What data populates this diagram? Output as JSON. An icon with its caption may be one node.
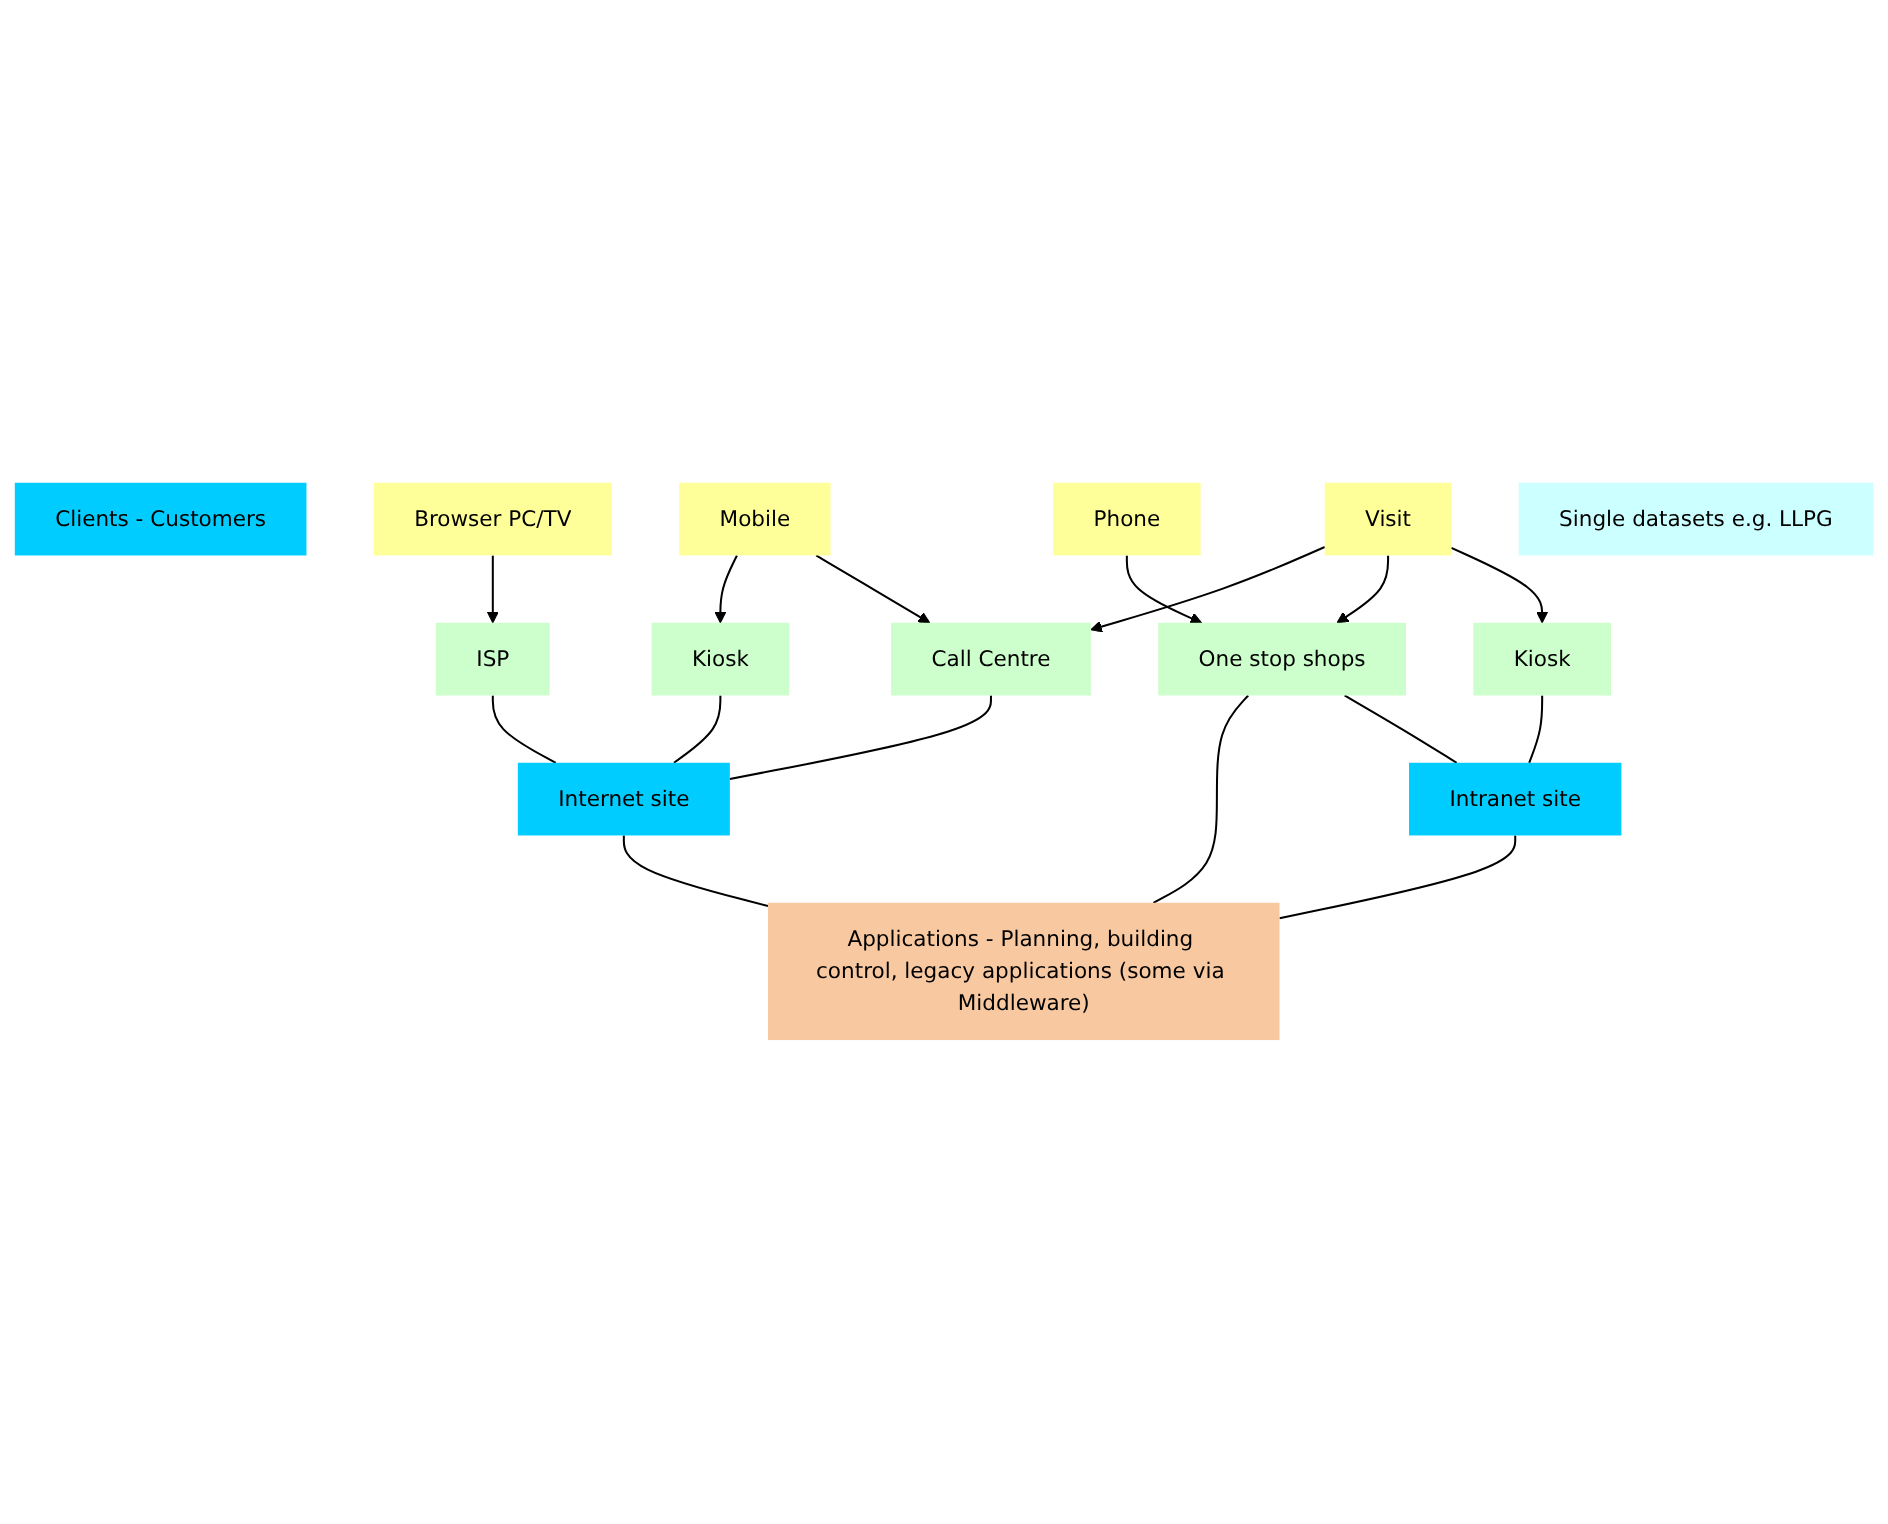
{
  "diagram": {
    "nodes": [
      {
        "text": [
          "Clients - Customers"
        ]
      },
      {
        "text": [
          "Browser PC/TV"
        ]
      },
      {
        "text": [
          "Mobile"
        ]
      },
      {
        "text": [
          "Visit"
        ]
      },
      {
        "text": [
          "Phone"
        ]
      },
      {
        "text": [
          "ISP"
        ]
      },
      {
        "text": [
          "Kiosk"
        ]
      },
      {
        "text": [
          "Call Centre"
        ]
      },
      {
        "text": [
          "One stop shops"
        ]
      },
      {
        "text": [
          "Kiosk"
        ]
      },
      {
        "text": [
          "Internet site"
        ]
      },
      {
        "text": [
          "Intranet site"
        ]
      },
      {
        "text": [
          "Applications - Planning, building control, legacy applications (some via Middleware)"
        ]
      },
      {
        "text": [
          "Single datasets e.g. LLPG"
        ]
      }
    ],
    "edges": [
      {
        "from": 1,
        "to": 5,
        "arrow": "to"
      },
      {
        "from": 2,
        "to": 6,
        "arrow": "to"
      },
      {
        "from": 2,
        "to": 7,
        "arrow": "to"
      },
      {
        "from": 3,
        "to": 7,
        "arrow": "to"
      },
      {
        "from": 3,
        "to": 8,
        "arrow": "to"
      },
      {
        "from": 3,
        "to": 9,
        "arrow": "to"
      },
      {
        "from": 4,
        "to": 8,
        "arrow": "to"
      },
      {
        "from": 5,
        "to": 10,
        "arrow": "none"
      },
      {
        "from": 6,
        "to": 10,
        "arrow": "none"
      },
      {
        "from": 7,
        "to": 10,
        "arrow": "none"
      },
      {
        "from": 8,
        "to": 12,
        "arrow": "none"
      },
      {
        "from": 8,
        "to": 11,
        "arrow": "none"
      },
      {
        "from": 9,
        "to": 11,
        "arrow": "none"
      },
      {
        "from": 10,
        "to": 12,
        "arrow": "none"
      },
      {
        "from": 11,
        "to": 12,
        "arrow": "none"
      }
    ]
  }
}
